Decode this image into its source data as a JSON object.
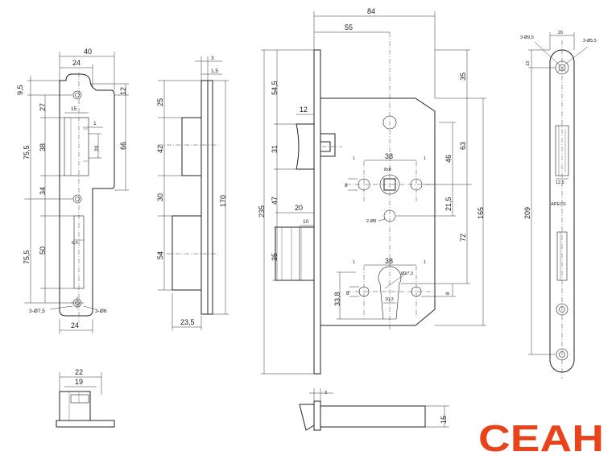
{
  "strike_plate": {
    "width": "40",
    "upper_offset": "24",
    "top_offset": "9,5",
    "upper_chamfer": "12",
    "first_hole": "27",
    "slot_width": "15",
    "slot_gap": "1",
    "slot_height": "20",
    "latch_slot": "38",
    "tongue_height": "66",
    "hole_spacing_upper": "75,5",
    "mid_segment": "34",
    "hole_spacing_lower": "75,5",
    "bolt_slot": "50",
    "bolt_slot_width": "6,5",
    "screw_holes_left": "3-Ø7,5",
    "screw_holes_right": "3-Ø6",
    "bottom_width": "24"
  },
  "side_view": {
    "plate_thickness": "3",
    "offset": "1,5",
    "latch_zone": "25",
    "latch_height": "42",
    "gap": "30",
    "bolt_height": "54",
    "total_height": "170",
    "depth": "23,5"
  },
  "main_body": {
    "backset_total": "84",
    "backset": "55",
    "top_to_body": "54,5",
    "latch_width": "12",
    "latch_height": "31",
    "latch_to_handle": "47",
    "bolt_projection": "20",
    "bolt_thickness": "10",
    "bolt_height": "35",
    "faceplate_height": "235",
    "body_top": "35",
    "spindle_dist": "46",
    "body_upper": "63",
    "square_spacing": "21,5",
    "handle_to_cylinder": "72",
    "body_height": "165",
    "small_offset": "8",
    "spindle_distance": "38",
    "spindle_gap_left": "1",
    "spindle_gap_right": "1",
    "spindle_square": "8x8",
    "fix_holes": "2-Ø8",
    "cyl_hole_spacing": "38",
    "cyl_gap_left": "1",
    "cyl_gap_right": "1",
    "cyl_dia": "Ø17,3",
    "cyl_height": "33,8",
    "cyl_hole_offset": "8",
    "cyl_width": "10,3",
    "cyl_bottom_offset": "8"
  },
  "faceplate": {
    "holes_left": "3-Ø9,5",
    "width": "20",
    "holes_right": "3-Ø5,5",
    "top_offset": "13",
    "length": "209",
    "latch_width": "12,5",
    "brand": "APECS"
  },
  "bolt_view": {
    "thickness": "3",
    "height": "15"
  },
  "strike_box": {
    "outer_width": "22",
    "inner_width": "19"
  },
  "logo": {
    "text": "CEAH",
    "color": "#e8431a"
  }
}
